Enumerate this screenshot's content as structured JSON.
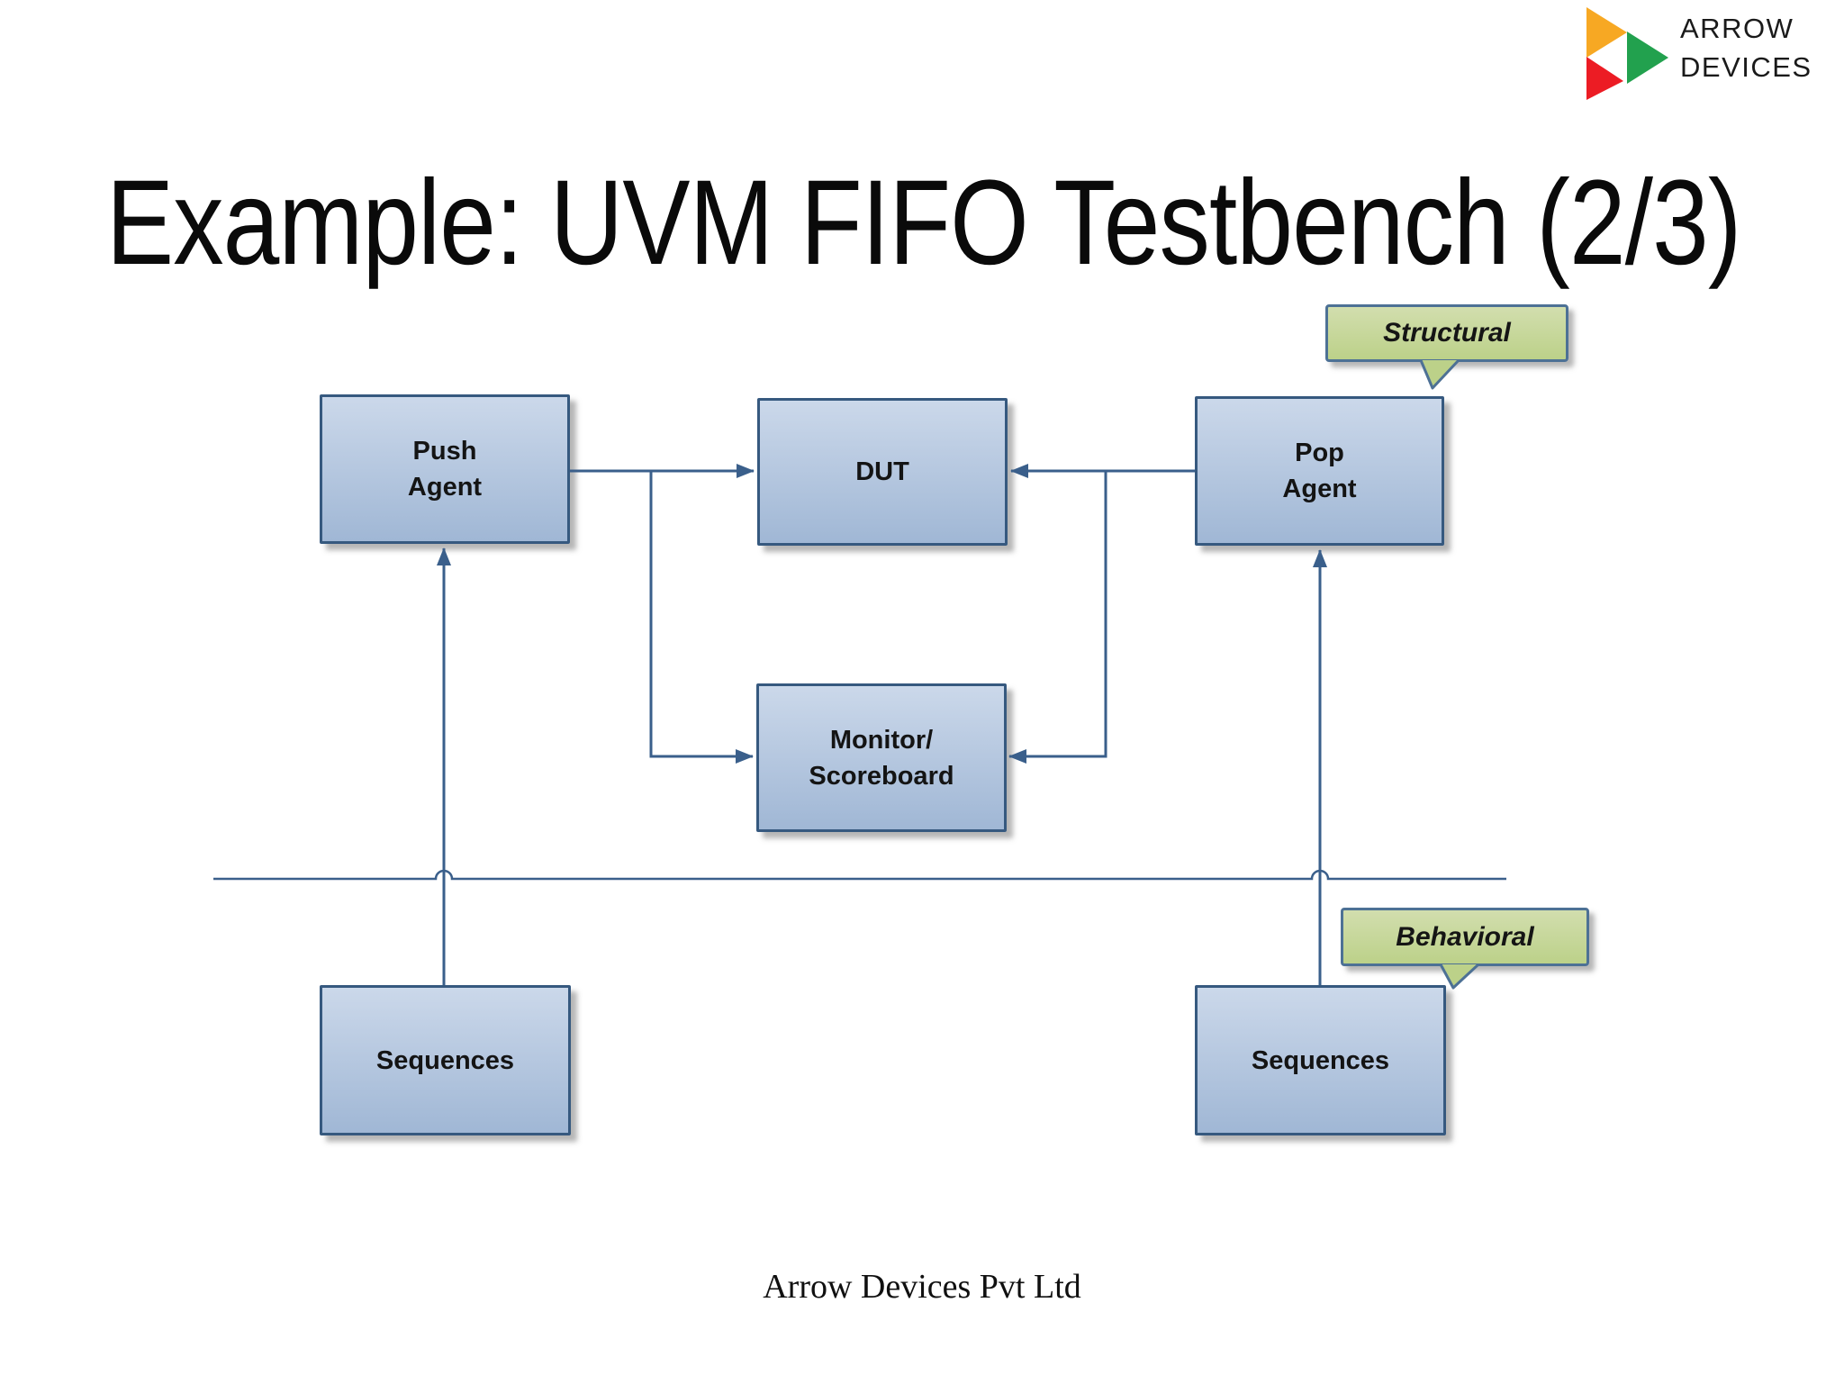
{
  "logo": {
    "line1": "ARROW",
    "line2": "DEVICES"
  },
  "title": "Example: UVM FIFO Testbench (2/3)",
  "callouts": {
    "structural": "Structural",
    "behavioral": "Behavioral"
  },
  "boxes": {
    "push_agent": {
      "lines": [
        "Push",
        "Agent"
      ]
    },
    "dut": {
      "lines": [
        "DUT"
      ]
    },
    "pop_agent": {
      "lines": [
        "Pop",
        "Agent"
      ]
    },
    "monitor_scoreboard": {
      "lines": [
        "Monitor/",
        "Scoreboard"
      ]
    },
    "sequences_left": {
      "lines": [
        "Sequences"
      ]
    },
    "sequences_right": {
      "lines": [
        "Sequences"
      ]
    }
  },
  "footer": "Arrow Devices Pvt Ltd",
  "colors": {
    "line": "#3a5f8b",
    "box_border": "#36597f",
    "box_grad_top": "#cbd8ea",
    "box_grad_bottom": "#a0b7d5",
    "callout_border": "#4d7195",
    "callout_fill_top": "#d2deae",
    "callout_fill_bottom": "#bcd189",
    "logo_yellow": "#F7A823",
    "logo_green": "#22A14E",
    "logo_red": "#EC1C24",
    "title_color": "#0a0a0a"
  }
}
